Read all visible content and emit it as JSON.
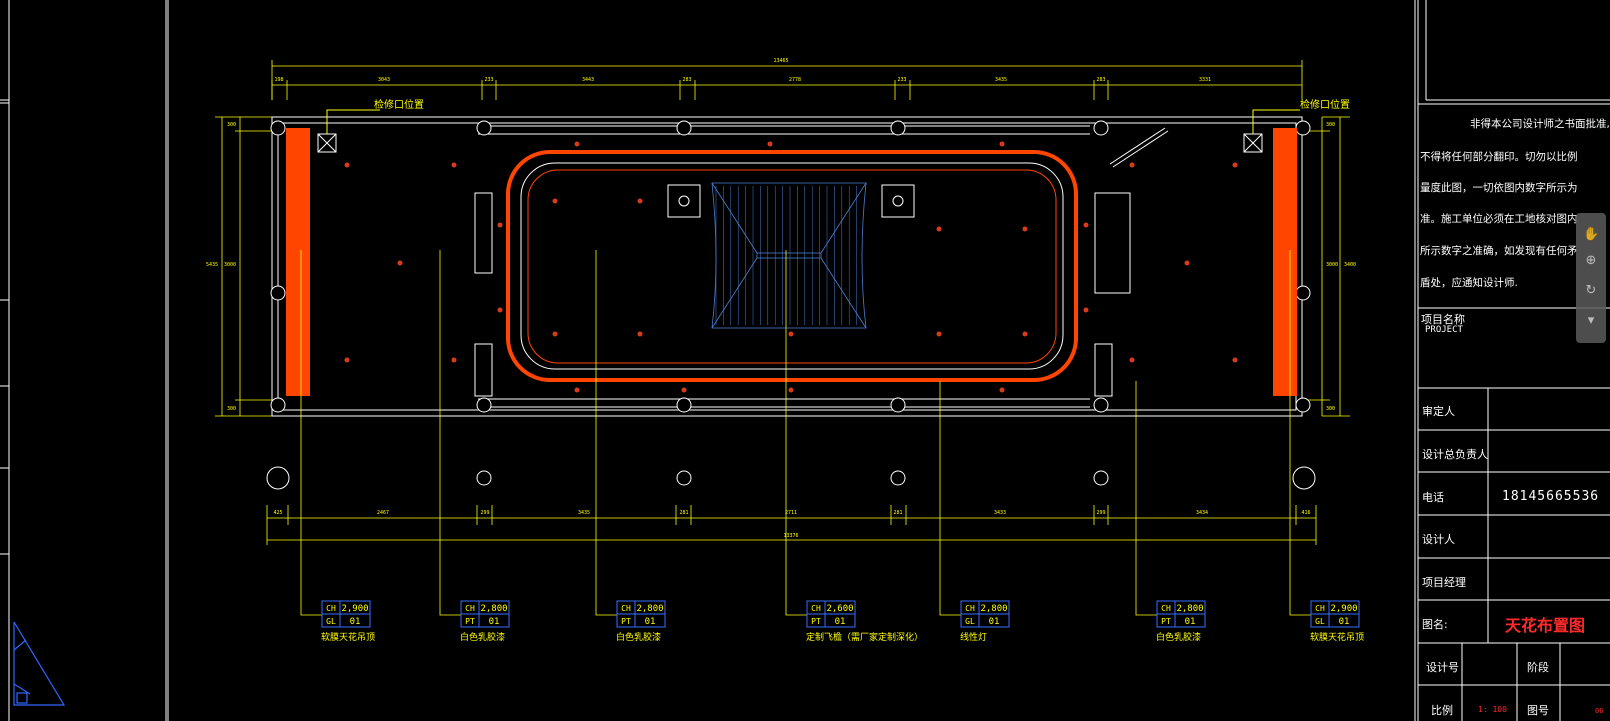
{
  "plan": {
    "access_label": "检修口位置",
    "top_overall_dim": "13465",
    "top_segment_dims": [
      "198",
      "3043",
      "233",
      "3443",
      "283",
      "2778",
      "233",
      "3435",
      "283",
      "3331"
    ],
    "bottom_segment_dims": [
      "425",
      "2467",
      "299",
      "3435",
      "281",
      "2711",
      "281",
      "3433",
      "299",
      "3434",
      "416"
    ],
    "bottom_overall_dim": "13376",
    "left_dims": [
      "300",
      "3000",
      "5435",
      "300"
    ],
    "right_dims": [
      "300",
      "3000",
      "3400",
      "300"
    ],
    "tags": [
      {
        "top_code": "CH",
        "top_val": "2,900",
        "bot_code": "GL",
        "bot_val": "01",
        "caption": "软膜天花吊顶"
      },
      {
        "top_code": "CH",
        "top_val": "2,800",
        "bot_code": "PT",
        "bot_val": "01",
        "caption": "白色乳胶漆"
      },
      {
        "top_code": "CH",
        "top_val": "2,800",
        "bot_code": "PT",
        "bot_val": "01",
        "caption": "白色乳胶漆"
      },
      {
        "top_code": "CH",
        "top_val": "2,600",
        "bot_code": "PT",
        "bot_val": "01",
        "caption": "定制飞檐（需厂家定制深化）"
      },
      {
        "top_code": "CH",
        "top_val": "2,800",
        "bot_code": "GL",
        "bot_val": "01",
        "caption": "线性灯"
      },
      {
        "top_code": "CH",
        "top_val": "2,800",
        "bot_code": "PT",
        "bot_val": "01",
        "caption": "白色乳胶漆"
      },
      {
        "top_code": "CH",
        "top_val": "2,900",
        "bot_code": "GL",
        "bot_val": "01",
        "caption": "软膜天花吊顶"
      }
    ]
  },
  "title_block": {
    "note_lines": [
      "非得本公司设计师之书面批准,",
      "不得将任何部分翻印。切勿以比例",
      "量度此图，一切依图内数字所示为",
      "准。施工单位必须在工地核对图内",
      "所示数字之准确，如发现有任何矛",
      "盾处，应通知设计师."
    ],
    "project_label": "项目名称",
    "project_en": "PROJECT",
    "approver_label": "审定人",
    "chief_designer_label": "设计总负责人",
    "phone_label": "电话",
    "phone_value": "18145665536",
    "designer_label": "设计人",
    "manager_label": "项目经理",
    "drawing_name_label": "图名:",
    "drawing_name_value": "天花布置图",
    "design_no_label": "设计号",
    "stage_label": "阶段",
    "scale_label": "比例",
    "scale_value": "1: 100",
    "sheet_no_label": "图号",
    "sheet_no_value": "06"
  },
  "colors": {
    "background": "#000000",
    "outline": "#ffffff",
    "dimension": "#ffff00",
    "accent_orange": "#ff4500",
    "light_point": "#d93a1a",
    "lattice_blue": "#4a7fd4",
    "title_red": "#ff2a2a"
  },
  "icons": [
    "hand-pan-icon",
    "zoom-icon",
    "orbit-icon",
    "more-icon"
  ]
}
